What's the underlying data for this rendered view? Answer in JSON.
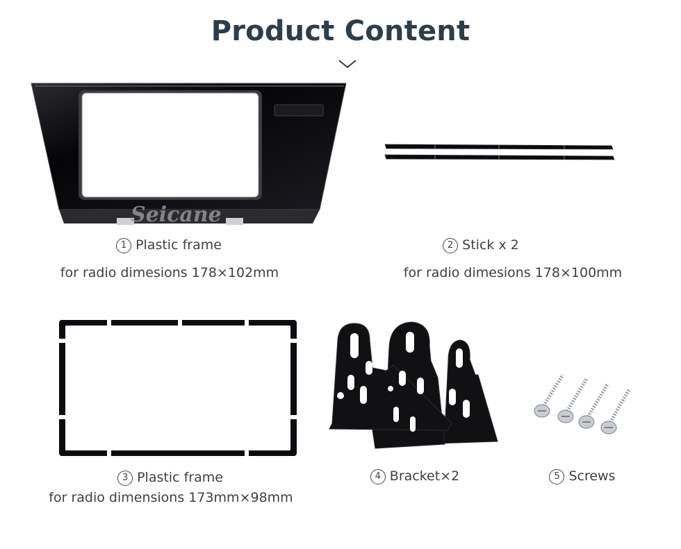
{
  "header": {
    "title": "Product Content",
    "chevron_icon": "chevron-down-icon"
  },
  "items": [
    {
      "number": "1",
      "name": "Plastic frame",
      "detail": "for radio dimesions 178×102mm",
      "image_icon": "dash-frame-image",
      "watermark": "Seicane"
    },
    {
      "number": "2",
      "name": "Stick x 2",
      "detail": "for radio dimesions 178×100mm",
      "image_icon": "trim-stick-image"
    },
    {
      "number": "3",
      "name": "Plastic frame",
      "detail": "for radio dimensions 173mm×98mm",
      "image_icon": "inner-frame-image"
    },
    {
      "number": "4",
      "name": "Bracket×2",
      "detail": "",
      "image_icon": "bracket-image"
    },
    {
      "number": "5",
      "name": "Screws",
      "detail": "",
      "image_icon": "screw-image"
    }
  ],
  "colors": {
    "title": "#2f3d4a",
    "text": "#3f3f3f",
    "plastic": "#0b0b0f",
    "screw": "#b8bcc2"
  }
}
